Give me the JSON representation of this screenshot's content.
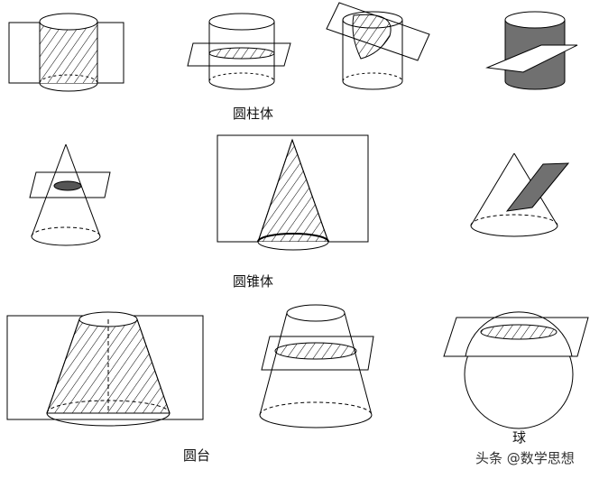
{
  "labels": {
    "cylinder": "圆柱体",
    "cone": "圆锥体",
    "frustum": "圆台",
    "sphere": "球"
  },
  "watermark": "头条 @数学思想",
  "colors": {
    "line": "#000000",
    "shade": "#707070"
  }
}
